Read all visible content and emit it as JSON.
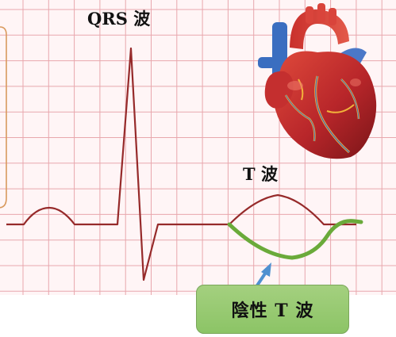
{
  "labels": {
    "qrs": "QRS 波",
    "t_wave": "T 波",
    "inverted_t_wave": "陰性 T 波"
  },
  "icons": {
    "heart": "heart-icon",
    "arrow": "arrow-icon"
  },
  "colors": {
    "grid": "#e8a7ad",
    "grid_bg": "#fff5f6",
    "ecg_line": "#962a2a",
    "inverted_t_line": "#6aaa3a",
    "arrow": "#4f90d0",
    "label_box_fill": "#93c86e",
    "left_box_border": "#d99a5e"
  }
}
